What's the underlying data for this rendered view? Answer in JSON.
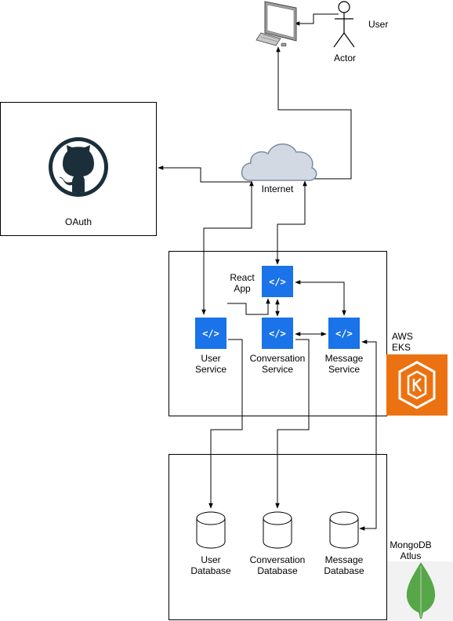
{
  "colors": {
    "service_blue": "#1a73e8",
    "aws_orange": "#ec7211",
    "cloud_fill": "#d3d9e3",
    "cloud_stroke": "#7b8ca8",
    "github_dark": "#1b2f3b",
    "mongo_green": "#55a747"
  },
  "icons": {
    "service": "code-tag-icon",
    "cloud": "cloud-icon",
    "computer": "desktop-computer-icon",
    "actor": "stick-figure-icon",
    "github": "github-octocat-icon",
    "database": "database-cylinder-icon",
    "eks": "kubernetes-eks-icon",
    "mongodb": "mongodb-leaf-icon"
  },
  "labels": {
    "user": "User",
    "actor": "Actor",
    "internet": "Internet",
    "oauth": "OAuth",
    "react_app": [
      "React",
      "App"
    ],
    "user_service": [
      "User",
      "Service"
    ],
    "conversation_service": [
      "Conversation",
      "Service"
    ],
    "message_service": [
      "Message",
      "Service"
    ],
    "aws_eks": [
      "AWS",
      "EKS"
    ],
    "user_database": [
      "User",
      "Database"
    ],
    "conversation_database": [
      "Conversation",
      "Database"
    ],
    "message_database": [
      "Message",
      "Database"
    ],
    "mongodb_atlas": [
      "MongoDB",
      "Atlus"
    ],
    "code_glyph": "</>"
  }
}
